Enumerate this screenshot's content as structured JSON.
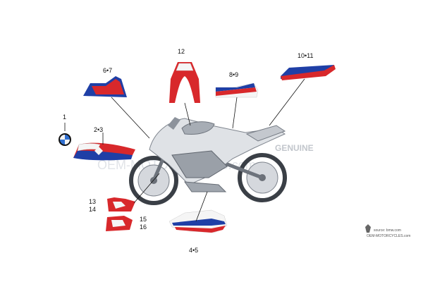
{
  "callouts": {
    "c1": "1",
    "c23": "2•3",
    "c67": "6•7",
    "c12": "12",
    "c89": "8•9",
    "c1011": "10•11",
    "c13": "13",
    "c14": "14",
    "c15": "15",
    "c16": "16",
    "c45": "4•5"
  },
  "watermark": {
    "main": "OEM-MOTORCYCLES.com",
    "stamp": "GENUINE"
  },
  "source": {
    "line1": "source: bmw.com",
    "line2": "OEM-MOTORCYCLES.com"
  },
  "colors": {
    "red": "#d8282b",
    "blue": "#1f3fa6",
    "white": "#ffffff",
    "frame_gray": "#8d939c"
  }
}
